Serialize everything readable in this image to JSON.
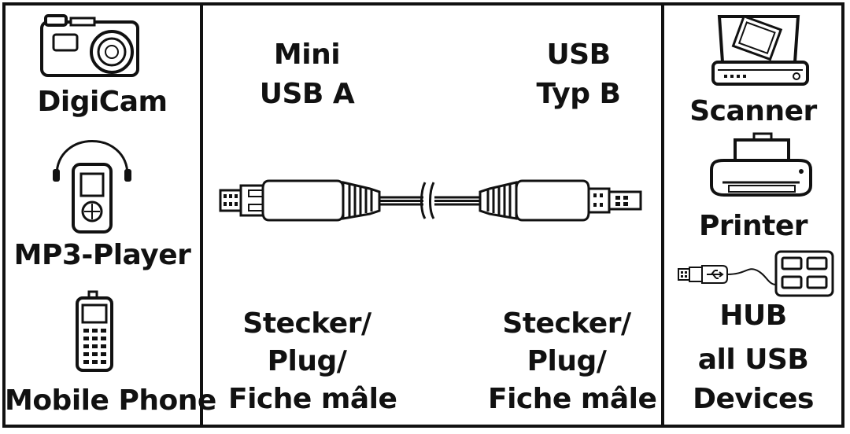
{
  "left_panel": {
    "digicam_label": "DigiCam",
    "mp3_label": "MP3-Player",
    "phone_label": "Mobile Phone"
  },
  "middle_panel": {
    "left_connector_line1": "Mini",
    "left_connector_line2": "USB A",
    "right_connector_line1": "USB",
    "right_connector_line2": "Typ B",
    "left_plug_line1": "Stecker/",
    "left_plug_line2": "Plug/",
    "left_plug_line3": "Fiche mâle",
    "right_plug_line1": "Stecker/",
    "right_plug_line2": "Plug/",
    "right_plug_line3": "Fiche mâle"
  },
  "right_panel": {
    "scanner_label": "Scanner",
    "printer_label": "Printer",
    "hub_line1": "HUB",
    "hub_line2": "all USB",
    "hub_line3": "Devices"
  }
}
